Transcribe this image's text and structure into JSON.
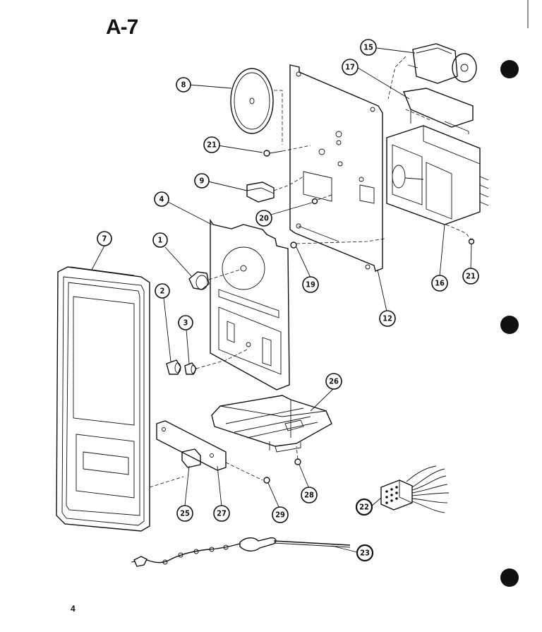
{
  "diagram": {
    "title": "A-7",
    "page_number": "4",
    "colors": {
      "ink": "#111111",
      "paper": "#ffffff"
    },
    "callouts": [
      {
        "id": "c1",
        "label": "1"
      },
      {
        "id": "c2",
        "label": "2"
      },
      {
        "id": "c3",
        "label": "3"
      },
      {
        "id": "c4",
        "label": "4"
      },
      {
        "id": "c7",
        "label": "7"
      },
      {
        "id": "c8",
        "label": "8"
      },
      {
        "id": "c9",
        "label": "9"
      },
      {
        "id": "c12",
        "label": "12"
      },
      {
        "id": "c15",
        "label": "15"
      },
      {
        "id": "c16",
        "label": "16"
      },
      {
        "id": "c17",
        "label": "17"
      },
      {
        "id": "c19",
        "label": "19"
      },
      {
        "id": "c20",
        "label": "20"
      },
      {
        "id": "c21a",
        "label": "21"
      },
      {
        "id": "c21b",
        "label": "21"
      },
      {
        "id": "c22",
        "label": "22"
      },
      {
        "id": "c23",
        "label": "23"
      },
      {
        "id": "c25",
        "label": "25"
      },
      {
        "id": "c26",
        "label": "26"
      },
      {
        "id": "c27",
        "label": "27"
      },
      {
        "id": "c28",
        "label": "28"
      },
      {
        "id": "c29",
        "label": "29"
      }
    ]
  }
}
